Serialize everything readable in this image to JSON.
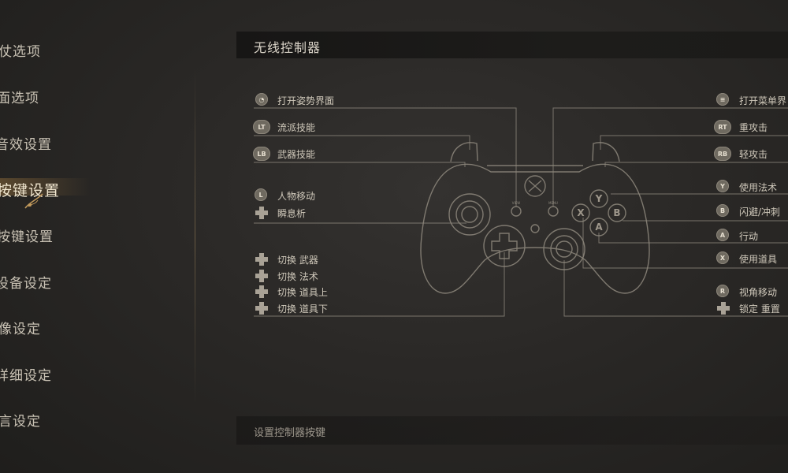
{
  "sidebar": {
    "items": [
      {
        "label": "仗选项"
      },
      {
        "label": "面选项"
      },
      {
        "label": "音效设置"
      },
      {
        "label": "按键设置"
      },
      {
        "label": "按键设置"
      },
      {
        "label": "设备设定"
      },
      {
        "label": "像设定"
      },
      {
        "label": "详细设定"
      },
      {
        "label": "言设定"
      }
    ],
    "active_index": 3
  },
  "panel": {
    "title": "无线控制器",
    "footer": "设置控制器按键"
  },
  "mappings": {
    "left": [
      {
        "badge": "◔",
        "label": "打开姿势界面"
      },
      {
        "badge": "LT",
        "label": "流派技能"
      },
      {
        "badge": "LB",
        "label": "武器技能"
      },
      {
        "badge": "L",
        "label": "人物移动"
      },
      {
        "badge": "",
        "label": "瞬息析"
      },
      {
        "badge": "",
        "label": "切换 武器"
      },
      {
        "badge": "",
        "label": "切换 法术"
      },
      {
        "badge": "",
        "label": "切换 道具上"
      },
      {
        "badge": "",
        "label": "切换 道具下"
      }
    ],
    "right": [
      {
        "badge": "≡",
        "label": "打开菜单界"
      },
      {
        "badge": "RT",
        "label": "重攻击"
      },
      {
        "badge": "RB",
        "label": "轻攻击"
      },
      {
        "badge": "Y",
        "label": "使用法术"
      },
      {
        "badge": "B",
        "label": "闪避/冲刺"
      },
      {
        "badge": "A",
        "label": "行动"
      },
      {
        "badge": "X",
        "label": "使用道具"
      },
      {
        "badge": "R",
        "label": "视角移动"
      },
      {
        "badge": "",
        "label": "锁定 重置"
      }
    ]
  },
  "controller": {
    "face_buttons": {
      "y": "Y",
      "x": "X",
      "b": "B",
      "a": "A"
    },
    "view_label": "VIEW",
    "menu_label": "MENU"
  },
  "colors": {
    "accent": "#c39a5c",
    "line": "#8e887d",
    "badge": "#6f6a60"
  }
}
